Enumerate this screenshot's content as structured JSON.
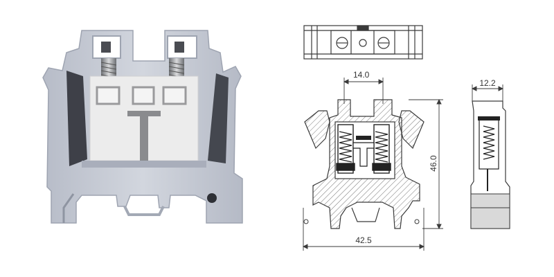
{
  "photo": {
    "subject": "screw-terminal-block",
    "body_color": "#c9cdd6",
    "insert_color": "#e9e9ea"
  },
  "drawings": {
    "line_color": "#3a3a3a",
    "top_view": {
      "label": ""
    },
    "front_view": {
      "dimensions": {
        "pitch_top": "14.0",
        "height": "46.0",
        "width": "42.5"
      }
    },
    "side_view": {
      "dimensions": {
        "thickness": "12.2"
      }
    }
  }
}
